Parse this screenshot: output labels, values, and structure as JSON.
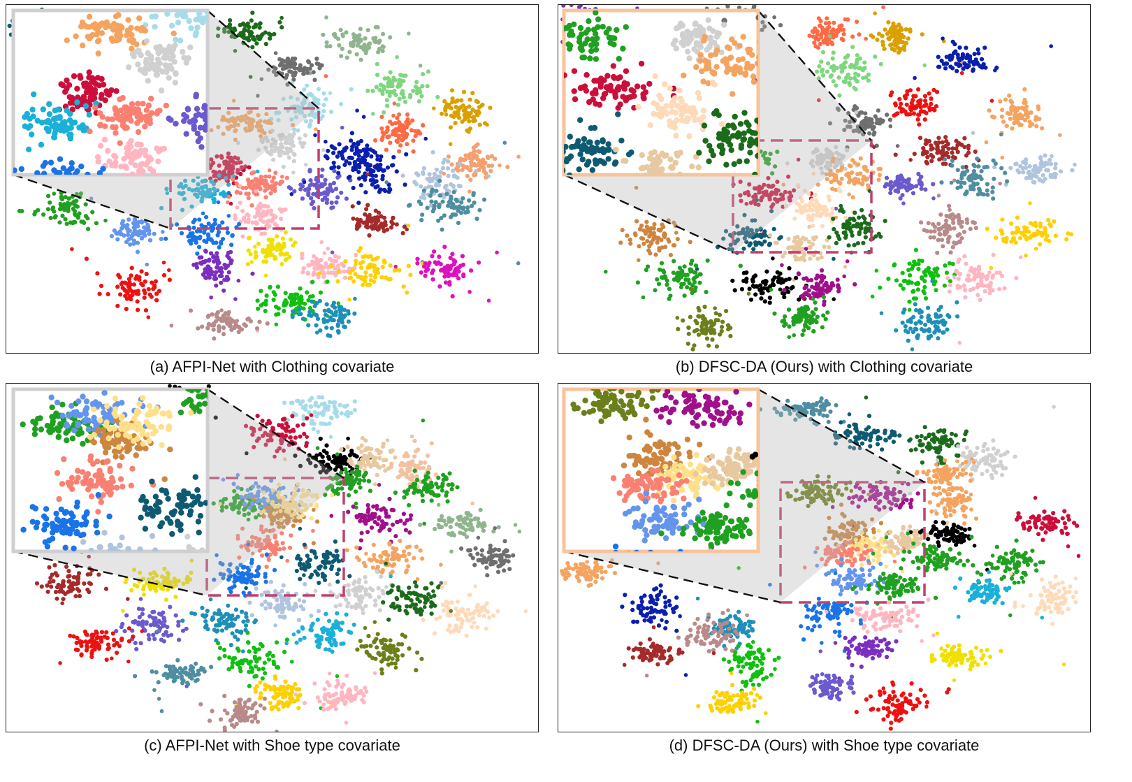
{
  "chart_data": [
    {
      "type": "scatter",
      "caption": "(a) AFPI-Net with Clothing covariate",
      "inset_border_color": "#cfcfcf",
      "zoom_box_color": "#c0406e",
      "clusters": [
        {
          "x": 0.05,
          "y": 0.06,
          "color": "#0f5a73"
        },
        {
          "x": 0.45,
          "y": 0.08,
          "color": "#1b6b1b"
        },
        {
          "x": 0.66,
          "y": 0.11,
          "color": "#8fb58f"
        },
        {
          "x": 0.54,
          "y": 0.18,
          "color": "#6f6f6f"
        },
        {
          "x": 0.74,
          "y": 0.24,
          "color": "#7fd67f"
        },
        {
          "x": 0.86,
          "y": 0.3,
          "color": "#d9a000"
        },
        {
          "x": 0.74,
          "y": 0.36,
          "color": "#ff6a45"
        },
        {
          "x": 0.56,
          "y": 0.3,
          "color": "#a6dce9"
        },
        {
          "x": 0.45,
          "y": 0.34,
          "color": "#f4a460"
        },
        {
          "x": 0.52,
          "y": 0.4,
          "color": "#d0d0d0"
        },
        {
          "x": 0.41,
          "y": 0.47,
          "color": "#cc0f3a"
        },
        {
          "x": 0.37,
          "y": 0.53,
          "color": "#1ab0d8"
        },
        {
          "x": 0.47,
          "y": 0.52,
          "color": "#fa8072"
        },
        {
          "x": 0.48,
          "y": 0.61,
          "color": "#ffb6c1"
        },
        {
          "x": 0.38,
          "y": 0.65,
          "color": "#1a73e8"
        },
        {
          "x": 0.59,
          "y": 0.53,
          "color": "#6a5acd"
        },
        {
          "x": 0.65,
          "y": 0.43,
          "color": "#0a1fae"
        },
        {
          "x": 0.69,
          "y": 0.48,
          "color": "#0a1fae"
        },
        {
          "x": 0.88,
          "y": 0.45,
          "color": "#f4a070"
        },
        {
          "x": 0.81,
          "y": 0.51,
          "color": "#b0c4de"
        },
        {
          "x": 0.83,
          "y": 0.58,
          "color": "#4f8ea0"
        },
        {
          "x": 0.69,
          "y": 0.62,
          "color": "#a52a2a"
        },
        {
          "x": 0.12,
          "y": 0.59,
          "color": "#20a020"
        },
        {
          "x": 0.24,
          "y": 0.65,
          "color": "#6495ed"
        },
        {
          "x": 0.5,
          "y": 0.7,
          "color": "#f0e000"
        },
        {
          "x": 0.39,
          "y": 0.75,
          "color": "#7b2fbe"
        },
        {
          "x": 0.6,
          "y": 0.75,
          "color": "#ffb6c1"
        },
        {
          "x": 0.68,
          "y": 0.76,
          "color": "#ffd000"
        },
        {
          "x": 0.83,
          "y": 0.76,
          "color": "#e010c0"
        },
        {
          "x": 0.24,
          "y": 0.81,
          "color": "#ee1111"
        },
        {
          "x": 0.53,
          "y": 0.85,
          "color": "#10c010"
        },
        {
          "x": 0.61,
          "y": 0.89,
          "color": "#1e90b8"
        },
        {
          "x": 0.41,
          "y": 0.91,
          "color": "#b88a8a"
        }
      ]
    },
    {
      "type": "scatter",
      "caption": "(b) DFSC-DA (Ours) with Clothing covariate",
      "inset_border_color": "#f7c49c",
      "zoom_box_color": "#c0406e",
      "clusters": [
        {
          "x": 0.04,
          "y": 0.04,
          "color": "#7b2fbe"
        },
        {
          "x": 0.34,
          "y": 0.04,
          "color": "#6f6f6f"
        },
        {
          "x": 0.51,
          "y": 0.08,
          "color": "#ff6a45"
        },
        {
          "x": 0.63,
          "y": 0.09,
          "color": "#d9a000"
        },
        {
          "x": 0.76,
          "y": 0.16,
          "color": "#0a1fae"
        },
        {
          "x": 0.54,
          "y": 0.19,
          "color": "#7fd67f"
        },
        {
          "x": 0.67,
          "y": 0.28,
          "color": "#ee1111"
        },
        {
          "x": 0.86,
          "y": 0.31,
          "color": "#f4a460"
        },
        {
          "x": 0.57,
          "y": 0.34,
          "color": "#6f6f6f"
        },
        {
          "x": 0.71,
          "y": 0.42,
          "color": "#a52a2a"
        },
        {
          "x": 0.9,
          "y": 0.47,
          "color": "#b0c4de"
        },
        {
          "x": 0.65,
          "y": 0.51,
          "color": "#6a5acd"
        },
        {
          "x": 0.78,
          "y": 0.5,
          "color": "#4f8ea0"
        },
        {
          "x": 0.51,
          "y": 0.44,
          "color": "#d0d0d0"
        },
        {
          "x": 0.55,
          "y": 0.49,
          "color": "#f4a460"
        },
        {
          "x": 0.4,
          "y": 0.54,
          "color": "#cc0f3a"
        },
        {
          "x": 0.48,
          "y": 0.58,
          "color": "#ffdab9"
        },
        {
          "x": 0.36,
          "y": 0.66,
          "color": "#0f5a73"
        },
        {
          "x": 0.46,
          "y": 0.69,
          "color": "#e8c8a0"
        },
        {
          "x": 0.56,
          "y": 0.64,
          "color": "#1b6b1b"
        },
        {
          "x": 0.35,
          "y": 0.44,
          "color": "#20a020"
        },
        {
          "x": 0.73,
          "y": 0.64,
          "color": "#b88a8a"
        },
        {
          "x": 0.88,
          "y": 0.65,
          "color": "#ffd000"
        },
        {
          "x": 0.18,
          "y": 0.67,
          "color": "#cd853f"
        },
        {
          "x": 0.23,
          "y": 0.78,
          "color": "#20a020"
        },
        {
          "x": 0.4,
          "y": 0.81,
          "color": "#000000"
        },
        {
          "x": 0.49,
          "y": 0.81,
          "color": "#a0108a"
        },
        {
          "x": 0.68,
          "y": 0.77,
          "color": "#10c010"
        },
        {
          "x": 0.79,
          "y": 0.78,
          "color": "#ffb6c1"
        },
        {
          "x": 0.46,
          "y": 0.89,
          "color": "#20a020"
        },
        {
          "x": 0.28,
          "y": 0.92,
          "color": "#6b7f1a"
        },
        {
          "x": 0.69,
          "y": 0.91,
          "color": "#1e90b8"
        }
      ]
    },
    {
      "type": "scatter",
      "caption": "(c) AFPI-Net with Shoe type covariate",
      "inset_border_color": "#cfcfcf",
      "zoom_box_color": "#c0406e",
      "clusters": [
        {
          "x": 0.33,
          "y": 0.05,
          "color": "#000000"
        },
        {
          "x": 0.59,
          "y": 0.07,
          "color": "#a6dce9"
        },
        {
          "x": 0.51,
          "y": 0.14,
          "color": "#cc0f3a"
        },
        {
          "x": 0.62,
          "y": 0.22,
          "color": "#000000"
        },
        {
          "x": 0.68,
          "y": 0.21,
          "color": "#e8c8a0"
        },
        {
          "x": 0.64,
          "y": 0.28,
          "color": "#20a020"
        },
        {
          "x": 0.76,
          "y": 0.24,
          "color": "#f4c0a0"
        },
        {
          "x": 0.79,
          "y": 0.3,
          "color": "#20a020"
        },
        {
          "x": 0.45,
          "y": 0.34,
          "color": "#20a020"
        },
        {
          "x": 0.49,
          "y": 0.32,
          "color": "#6495ed"
        },
        {
          "x": 0.52,
          "y": 0.38,
          "color": "#cd853f"
        },
        {
          "x": 0.54,
          "y": 0.34,
          "color": "#ffe08a"
        },
        {
          "x": 0.49,
          "y": 0.46,
          "color": "#fa8072"
        },
        {
          "x": 0.44,
          "y": 0.55,
          "color": "#1a73e8"
        },
        {
          "x": 0.59,
          "y": 0.51,
          "color": "#0f5a73"
        },
        {
          "x": 0.7,
          "y": 0.39,
          "color": "#a0108a"
        },
        {
          "x": 0.72,
          "y": 0.5,
          "color": "#f4a460"
        },
        {
          "x": 0.86,
          "y": 0.4,
          "color": "#8fb58f"
        },
        {
          "x": 0.91,
          "y": 0.5,
          "color": "#6f6f6f"
        },
        {
          "x": 0.66,
          "y": 0.6,
          "color": "#d0d0d0"
        },
        {
          "x": 0.76,
          "y": 0.62,
          "color": "#1b6b1b"
        },
        {
          "x": 0.86,
          "y": 0.66,
          "color": "#ffdab9"
        },
        {
          "x": 0.12,
          "y": 0.57,
          "color": "#a52a2a"
        },
        {
          "x": 0.29,
          "y": 0.57,
          "color": "#f0e000"
        },
        {
          "x": 0.52,
          "y": 0.63,
          "color": "#b0c4de"
        },
        {
          "x": 0.41,
          "y": 0.68,
          "color": "#1e90b8"
        },
        {
          "x": 0.6,
          "y": 0.72,
          "color": "#1ab0d8"
        },
        {
          "x": 0.27,
          "y": 0.69,
          "color": "#6a5acd"
        },
        {
          "x": 0.71,
          "y": 0.76,
          "color": "#6b7f1a"
        },
        {
          "x": 0.17,
          "y": 0.74,
          "color": "#ee1111"
        },
        {
          "x": 0.46,
          "y": 0.79,
          "color": "#10c010"
        },
        {
          "x": 0.33,
          "y": 0.83,
          "color": "#4f8ea0"
        },
        {
          "x": 0.52,
          "y": 0.89,
          "color": "#ffd000"
        },
        {
          "x": 0.63,
          "y": 0.89,
          "color": "#ffb6c1"
        },
        {
          "x": 0.44,
          "y": 0.94,
          "color": "#b88a8a"
        }
      ]
    },
    {
      "type": "scatter",
      "caption": "(d) DFSC-DA (Ours) with Shoe type covariate",
      "inset_border_color": "#f7c49c",
      "zoom_box_color": "#c0406e",
      "clusters": [
        {
          "x": 0.46,
          "y": 0.07,
          "color": "#4f8ea0"
        },
        {
          "x": 0.58,
          "y": 0.15,
          "color": "#0f5a73"
        },
        {
          "x": 0.71,
          "y": 0.17,
          "color": "#1b6b1b"
        },
        {
          "x": 0.8,
          "y": 0.22,
          "color": "#d0d0d0"
        },
        {
          "x": 0.72,
          "y": 0.26,
          "color": "#f4a460"
        },
        {
          "x": 0.49,
          "y": 0.31,
          "color": "#6b7f1a"
        },
        {
          "x": 0.61,
          "y": 0.32,
          "color": "#a0108a"
        },
        {
          "x": 0.74,
          "y": 0.33,
          "color": "#f4a460"
        },
        {
          "x": 0.55,
          "y": 0.42,
          "color": "#cd853f"
        },
        {
          "x": 0.58,
          "y": 0.47,
          "color": "#ffe08a"
        },
        {
          "x": 0.53,
          "y": 0.49,
          "color": "#fa8072"
        },
        {
          "x": 0.55,
          "y": 0.56,
          "color": "#6495ed"
        },
        {
          "x": 0.63,
          "y": 0.57,
          "color": "#20a020"
        },
        {
          "x": 0.65,
          "y": 0.45,
          "color": "#e8c8a0"
        },
        {
          "x": 0.73,
          "y": 0.43,
          "color": "#000000"
        },
        {
          "x": 0.71,
          "y": 0.5,
          "color": "#20a020"
        },
        {
          "x": 0.91,
          "y": 0.4,
          "color": "#cc0f3a"
        },
        {
          "x": 0.85,
          "y": 0.52,
          "color": "#20a020"
        },
        {
          "x": 0.8,
          "y": 0.6,
          "color": "#1ab0d8"
        },
        {
          "x": 0.93,
          "y": 0.62,
          "color": "#ffdab9"
        },
        {
          "x": 0.05,
          "y": 0.54,
          "color": "#f4a460"
        },
        {
          "x": 0.18,
          "y": 0.64,
          "color": "#0a1fae"
        },
        {
          "x": 0.51,
          "y": 0.66,
          "color": "#1a73e8"
        },
        {
          "x": 0.61,
          "y": 0.67,
          "color": "#ffb6c1"
        },
        {
          "x": 0.33,
          "y": 0.7,
          "color": "#1e90b8"
        },
        {
          "x": 0.29,
          "y": 0.72,
          "color": "#b88a8a"
        },
        {
          "x": 0.58,
          "y": 0.76,
          "color": "#7b2fbe"
        },
        {
          "x": 0.75,
          "y": 0.78,
          "color": "#f0e000"
        },
        {
          "x": 0.18,
          "y": 0.77,
          "color": "#a52a2a"
        },
        {
          "x": 0.36,
          "y": 0.8,
          "color": "#10c010"
        },
        {
          "x": 0.51,
          "y": 0.87,
          "color": "#6a5acd"
        },
        {
          "x": 0.33,
          "y": 0.91,
          "color": "#ffd000"
        },
        {
          "x": 0.64,
          "y": 0.92,
          "color": "#ee1111"
        }
      ]
    }
  ]
}
